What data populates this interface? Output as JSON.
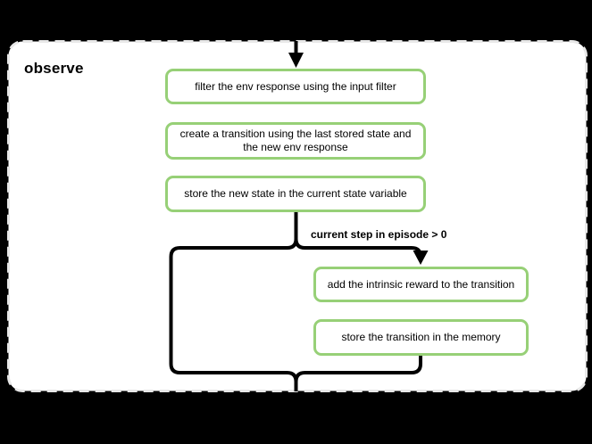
{
  "diagram": {
    "title": "observe",
    "nodes": [
      {
        "id": "filter-env-response",
        "label": "filter the env response using the input filter"
      },
      {
        "id": "create-transition",
        "label": "create a transition using the last stored state and the new env response"
      },
      {
        "id": "store-new-state",
        "label": "store the new state in the current state variable"
      },
      {
        "id": "add-intrinsic-reward",
        "label": "add the intrinsic reward to the transition"
      },
      {
        "id": "store-transition",
        "label": "store the transition in the memory"
      }
    ],
    "condition_label": "current step in episode > 0",
    "colors": {
      "background": "#000000",
      "container_fill": "#ffffff",
      "container_border": "#e8e8e8",
      "node_fill": "#ffffff",
      "node_border": "#97d077",
      "connector": "#000000",
      "text": "#000000"
    }
  }
}
